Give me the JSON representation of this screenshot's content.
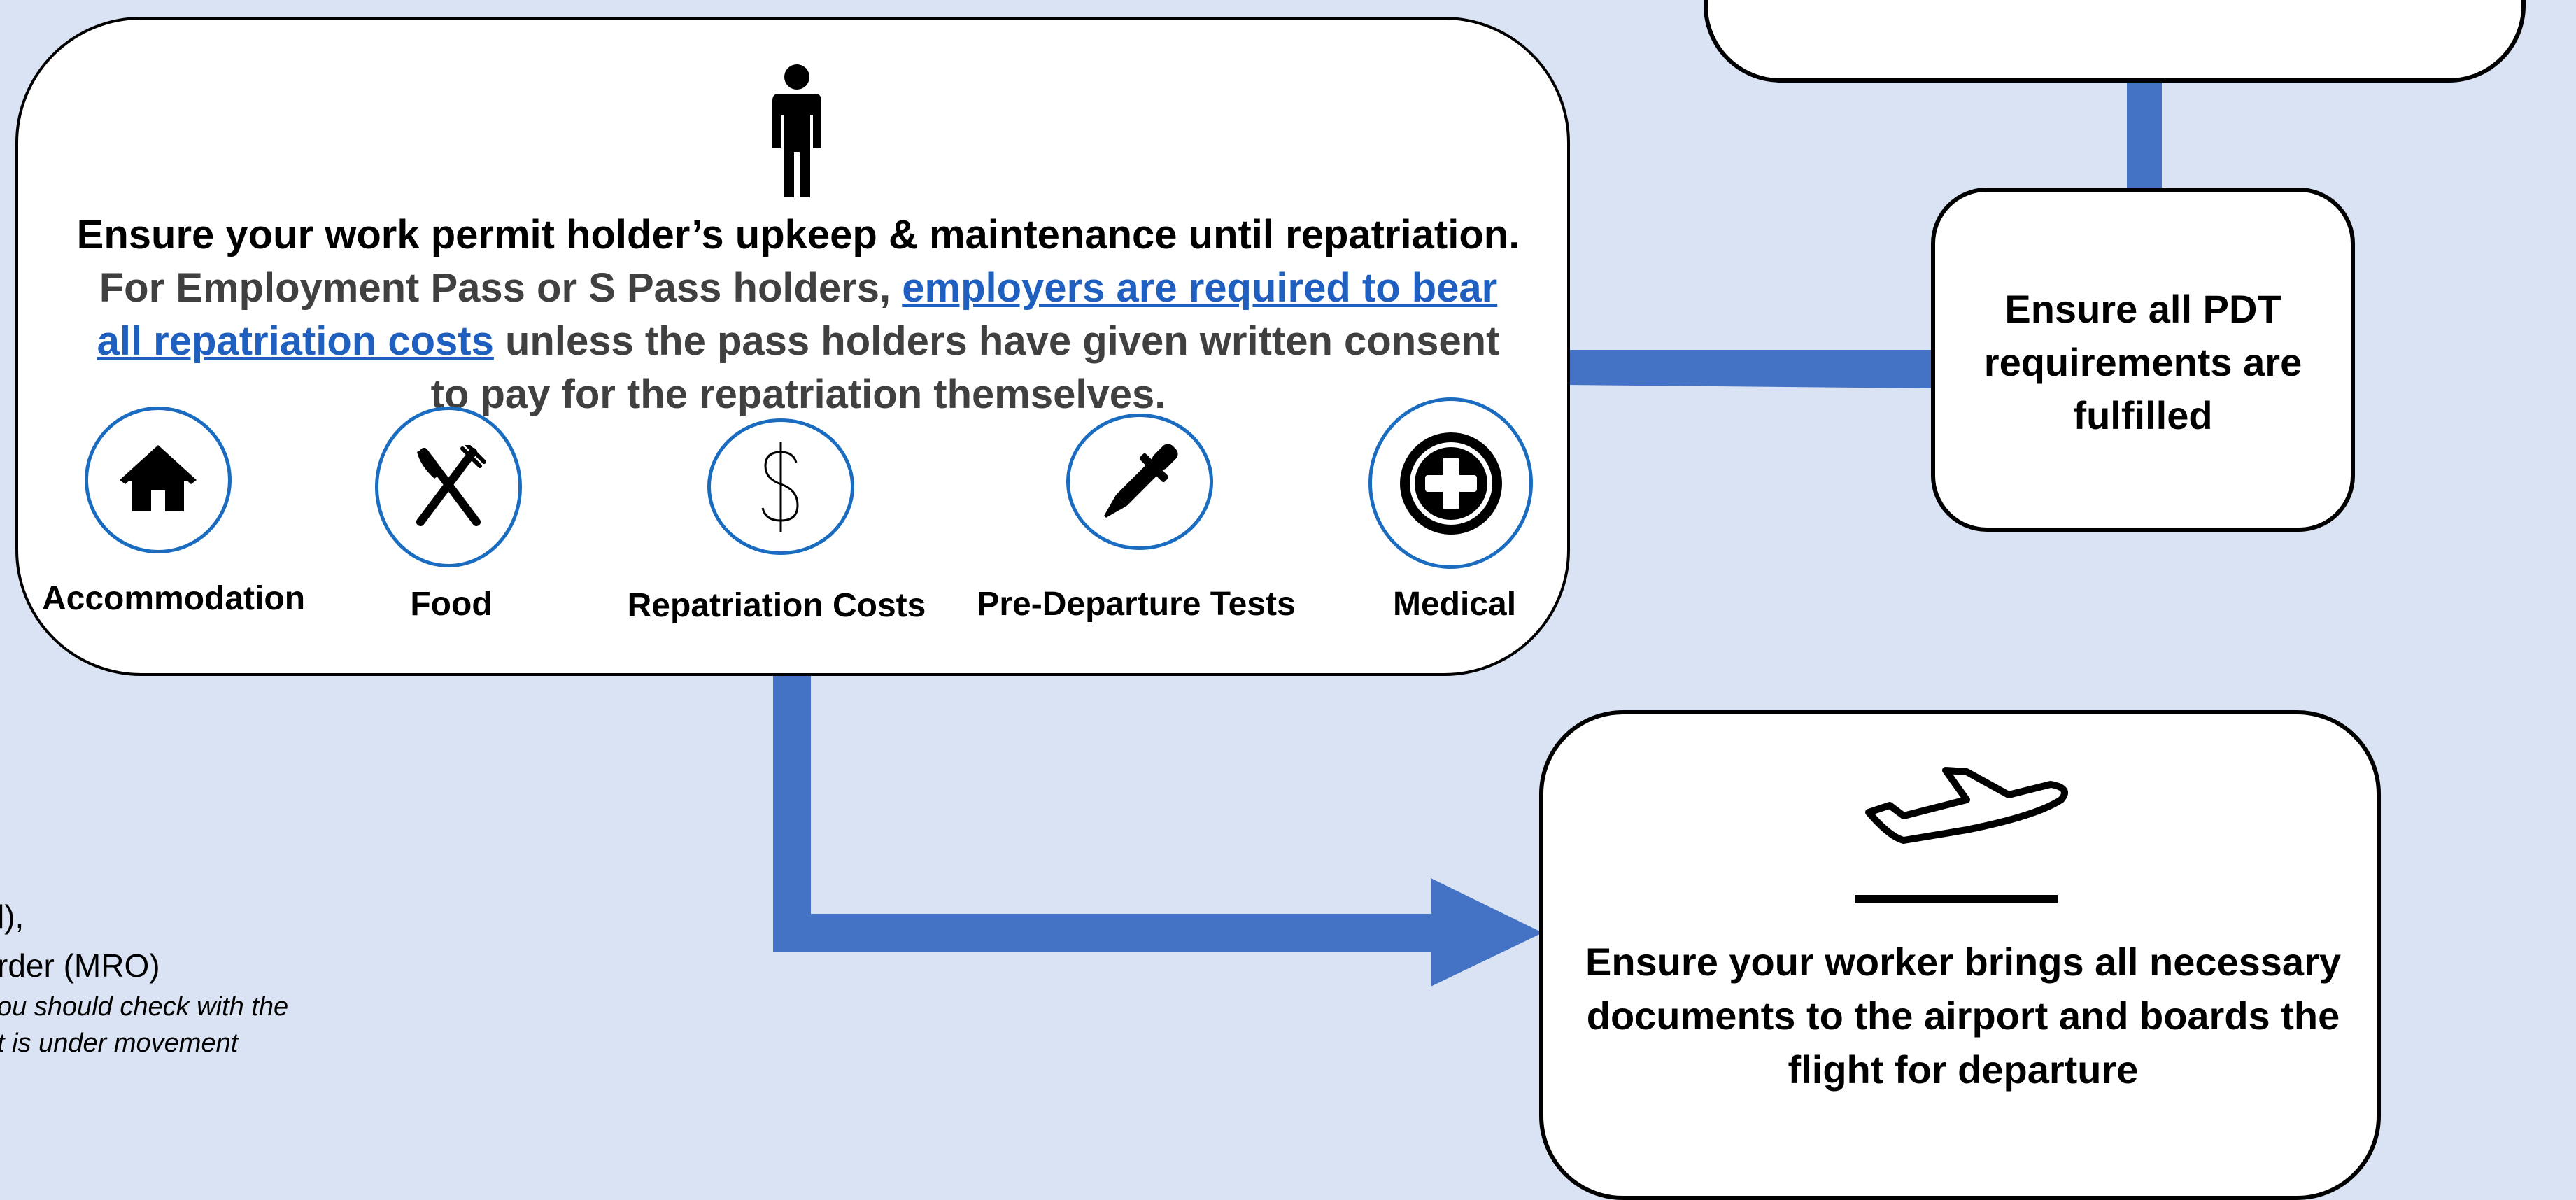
{
  "main_box": {
    "heading": "Ensure your work permit holder’s upkeep & maintenance until repatriation.",
    "body_prefix": "For Employment Pass or S Pass holders,",
    "body_link": "employers are required to bear all repatriation costs",
    "body_suffix": "unless the pass holders have given written consent to pay for the repatriation themselves.",
    "categories": [
      {
        "label": "Accommodation",
        "icon": "house-icon"
      },
      {
        "label": "Food",
        "icon": "fork-knife-icon"
      },
      {
        "label": "Repatriation Costs",
        "icon": "dollar-icon"
      },
      {
        "label": "Pre-Departure Tests",
        "icon": "dropper-icon"
      },
      {
        "label": "Medical",
        "icon": "medical-cross-icon"
      }
    ]
  },
  "pdt_box": {
    "text": "Ensure all PDT requirements are fulfilled"
  },
  "flight_box": {
    "text": "Ensure your worker brings all necessary documents to the airport and boards the flight for departure"
  },
  "left_partial": {
    "line1": "l),",
    "line2": "rder (MRO)",
    "line3": "ou should check with the",
    "line4": "t is under movement"
  },
  "colors": {
    "background": "#dae3f3",
    "connector": "#4472c4",
    "icon_ring": "#1a6cc0",
    "link": "#1f5fbf"
  }
}
